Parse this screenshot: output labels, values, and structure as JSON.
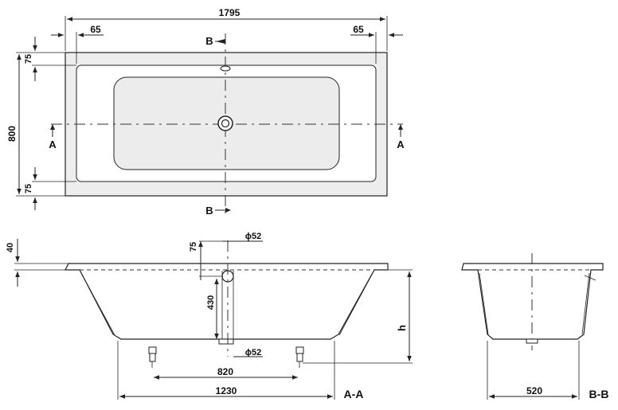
{
  "dimensions": {
    "overall_length": "1795",
    "left_rim": "65",
    "right_rim": "65",
    "overall_width": "800",
    "top_rim": "75",
    "bottom_rim": "75",
    "rim_thickness": "40",
    "drain_offset": "75",
    "overflow_diameter": "ϕ52",
    "drain_height": "430",
    "drain_diameter": "ϕ52",
    "leg_spacing": "820",
    "bottom_length": "1230",
    "height": "h",
    "bottom_width": "520"
  },
  "section_marks": {
    "b_top": "B",
    "b_bottom": "B",
    "a_left": "A",
    "a_right": "A"
  },
  "section_titles": {
    "aa": "A-A",
    "bb": "B-B"
  },
  "colors": {
    "line": "#222222",
    "tub_fill": "#ededed",
    "basin_fill": "#ffffff"
  }
}
